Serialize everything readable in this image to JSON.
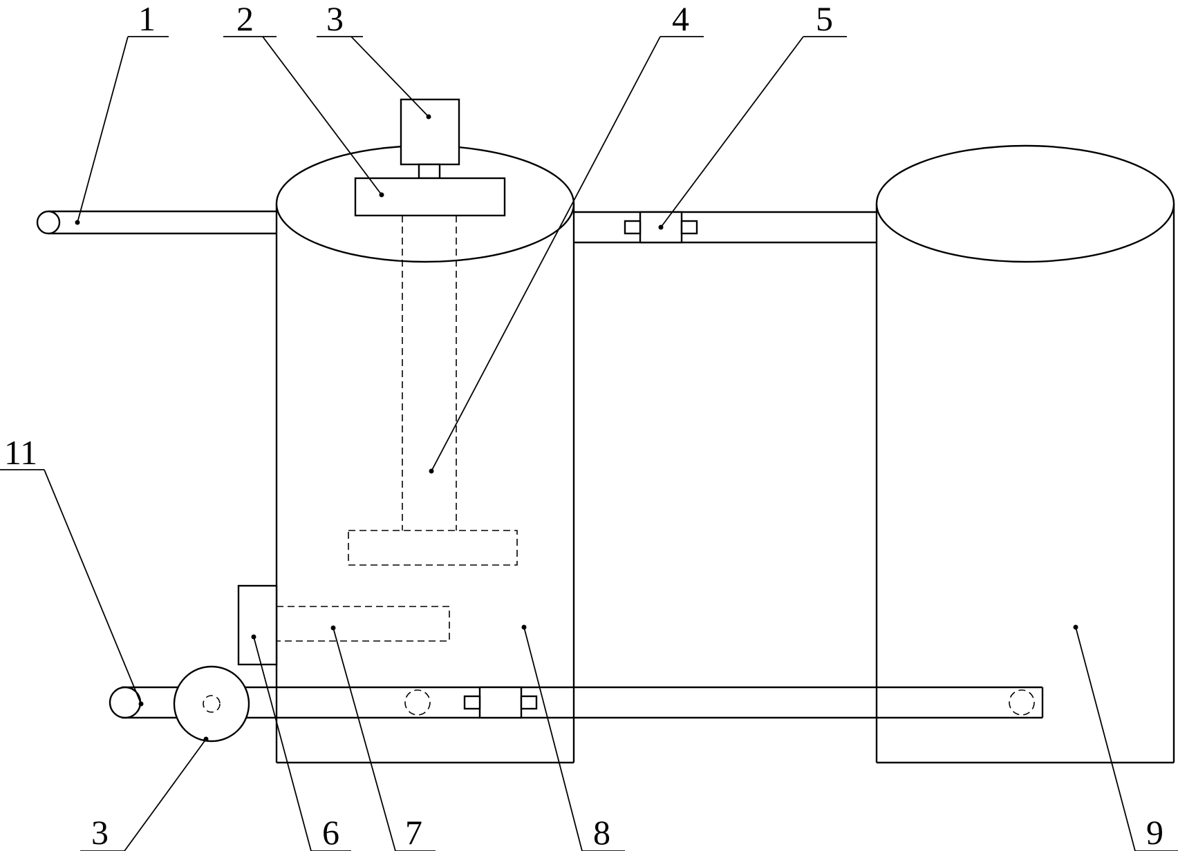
{
  "labels": {
    "l1": "1",
    "l2": "2",
    "l3_top": "3",
    "l4": "4",
    "l5": "5",
    "l11": "11",
    "l3_bottom": "3",
    "l6": "6",
    "l7": "7",
    "l8": "8",
    "l9": "9"
  }
}
